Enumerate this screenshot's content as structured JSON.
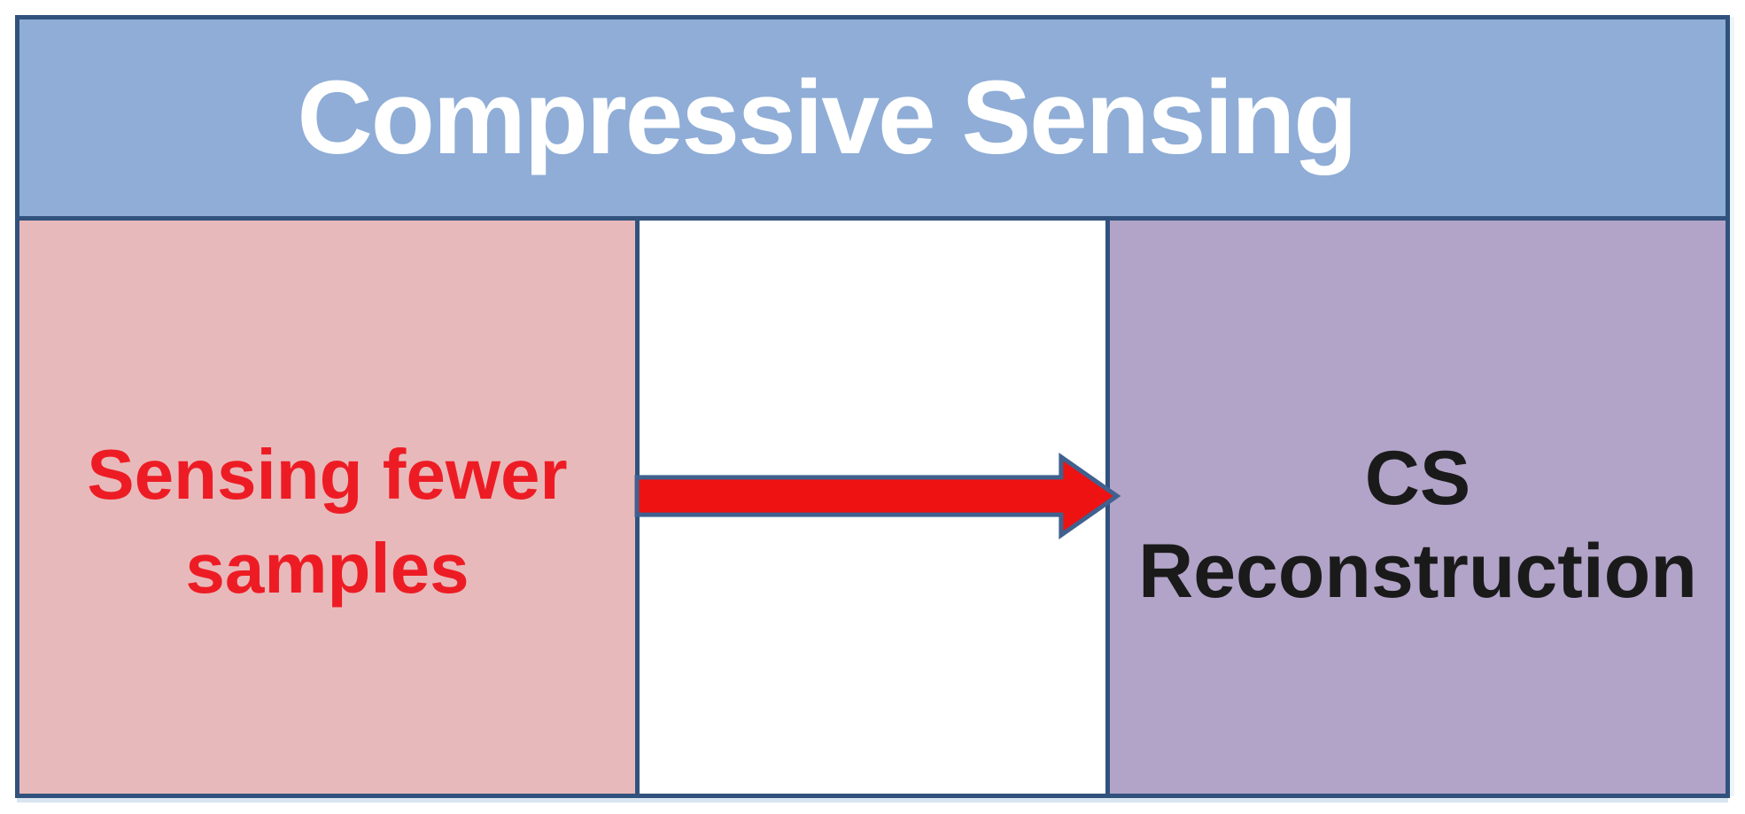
{
  "diagram": {
    "title": "Compressive Sensing",
    "left_box": {
      "line1": "Sensing fewer",
      "line2": "samples"
    },
    "arrow": {
      "icon": "red-right-arrow",
      "direction": "right"
    },
    "right_box": {
      "line1": "CS",
      "line2": "Reconstruction"
    },
    "colors": {
      "header_fill": "#8fadd6",
      "border": "#31527d",
      "left_fill": "#e8b9bb",
      "left_text": "#ed1c24",
      "right_fill": "#b2a4c8",
      "right_text": "#1a1a1a",
      "title_text": "#ffffff",
      "arrow_fill": "#ee1212",
      "arrow_outline": "#40618f"
    }
  }
}
